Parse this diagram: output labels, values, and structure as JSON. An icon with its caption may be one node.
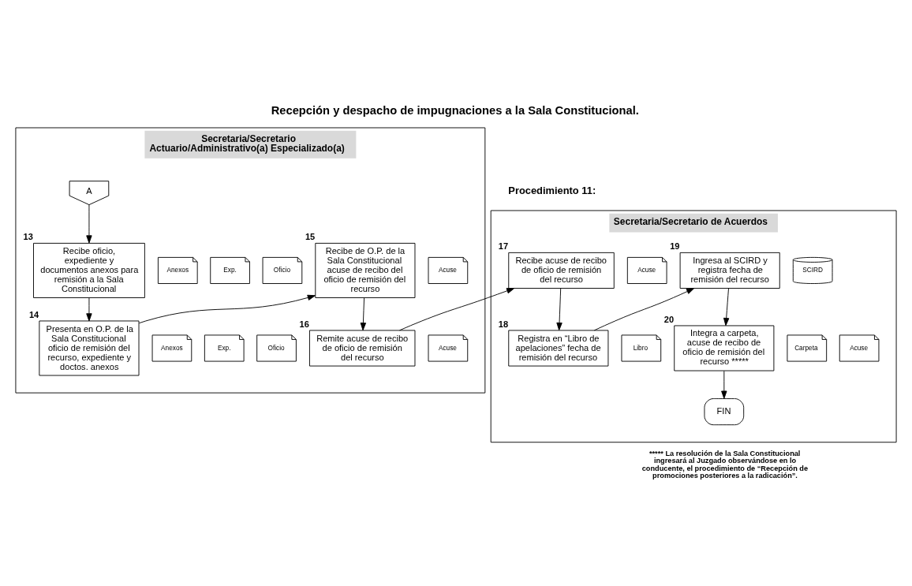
{
  "diagram": {
    "title": "Recepción y despacho de impugnaciones a la Sala Constitucional.",
    "nodes": [
      {
        "text": [
          "Secretaria/Secretario Actuario/Administrativo(a) Especializado(a)"
        ]
      },
      {
        "text": [
          "Secretaria/Secretario de Acuerdos"
        ]
      },
      {
        "text": [
          "A"
        ],
        "in": 0
      },
      {
        "text": [
          "Recibe oficio, expediente y documentos anexos para remisión a la Sala Constitucional"
        ],
        "beside": [
          "13"
        ],
        "in": 0
      },
      {
        "text": [
          "Anexos"
        ],
        "in": 0
      },
      {
        "text": [
          "Exp."
        ],
        "in": 0
      },
      {
        "text": [
          "Oficio"
        ],
        "in": 0
      },
      {
        "text": [
          "Presenta en O.P. de la Sala Constitucional oficio de remisión del recurso, expediente y doctos. anexos"
        ],
        "beside": [
          "14"
        ],
        "in": 0
      },
      {
        "text": [
          "Anexos"
        ],
        "in": 0
      },
      {
        "text": [
          "Exp."
        ],
        "in": 0
      },
      {
        "text": [
          "Oficio"
        ],
        "in": 0
      },
      {
        "text": [
          "Recibe de O.P. de la Sala Constitucional acuse de recibo del oficio de remisión del recurso"
        ],
        "beside": [
          "15"
        ],
        "in": 0
      },
      {
        "text": [
          "Acuse"
        ],
        "in": 0
      },
      {
        "text": [
          "Remite acuse de recibo de oficio de remisión del recurso"
        ],
        "beside": [
          "16"
        ],
        "in": 0
      },
      {
        "text": [
          "Acuse"
        ],
        "in": 0
      },
      {
        "text": [
          "Recibe acuse de recibo de oficio de remisión del recurso"
        ],
        "beside": [
          "17"
        ],
        "in": 1
      },
      {
        "text": [
          "Acuse"
        ],
        "in": 1
      },
      {
        "text": [
          "Registra en “Libro de apelaciones” fecha de remisión del recurso"
        ],
        "beside": [
          "18"
        ],
        "in": 1
      },
      {
        "text": [
          "Libro"
        ],
        "in": 1
      },
      {
        "text": [
          "Ingresa al SCIRD y registra fecha de remisión del recurso"
        ],
        "beside": [
          "19"
        ],
        "in": 1
      },
      {
        "text": [
          "SCIRD"
        ],
        "in": 1
      },
      {
        "text": [
          "Integra a carpeta, acuse de recibo de oficio de remisión del recurso *****"
        ],
        "beside": [
          "20"
        ],
        "in": 1
      },
      {
        "text": [
          "Carpeta"
        ],
        "in": 1
      },
      {
        "text": [
          "Acuse"
        ],
        "in": 1
      },
      {
        "text": [
          "FIN"
        ],
        "in": 1
      }
    ],
    "edges": [
      {
        "from": 2,
        "to": 3,
        "arrow": "to"
      },
      {
        "from": 3,
        "to": 7,
        "arrow": "to"
      },
      {
        "from": 7,
        "to": 11,
        "arrow": "to"
      },
      {
        "from": 11,
        "to": 13,
        "arrow": "to"
      },
      {
        "from": 13,
        "to": 15,
        "arrow": "to"
      },
      {
        "from": 15,
        "to": 17,
        "arrow": "to"
      },
      {
        "from": 17,
        "to": 19,
        "arrow": "to"
      },
      {
        "from": 19,
        "to": 21,
        "arrow": "to"
      },
      {
        "from": 21,
        "to": 24,
        "arrow": "to"
      }
    ],
    "labels": [
      "Procedimiento 11:",
      "***** La resolución de la Sala Constitucional ingresará al Juzgado observándose en lo conducente, el procedimiento de “Recepción de promociones posteriores a la radicación”."
    ]
  }
}
